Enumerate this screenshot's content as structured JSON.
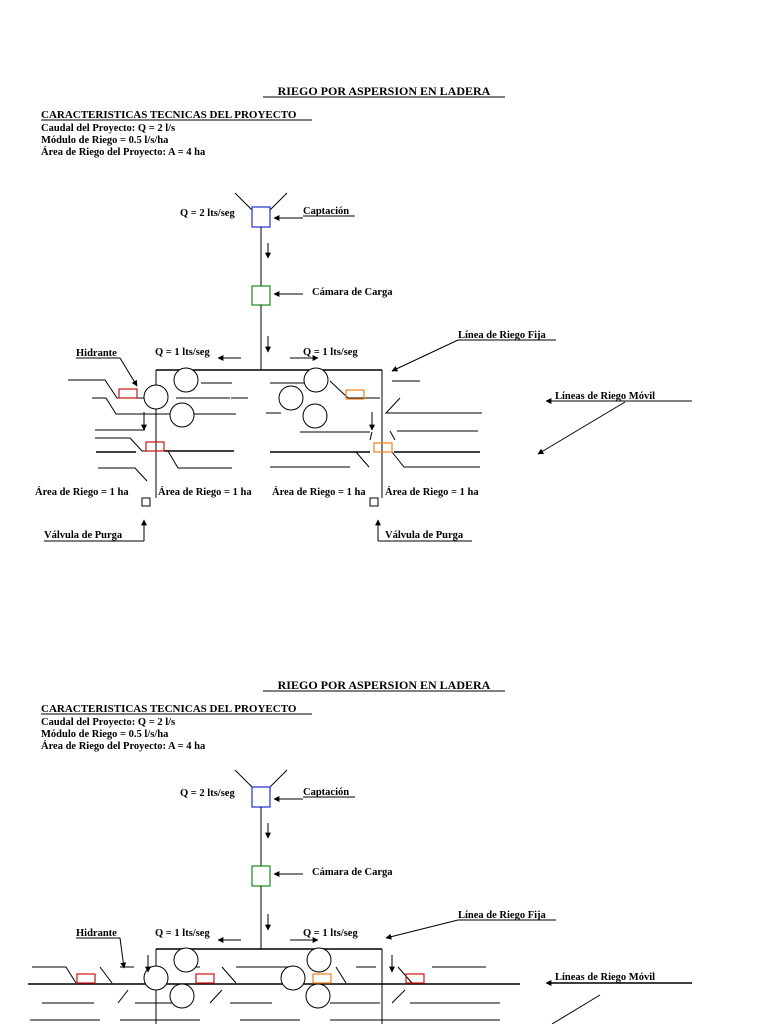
{
  "sections": [
    {
      "title": "RIEGO POR ASPERSION EN LADERA",
      "spec_heading": "CARACTERISTICAS TECNICAS DEL PROYECTO",
      "spec_lines": [
        "Caudal del Proyecto: Q = 2 l/s",
        "Módulo de Riego = 0.5 l/s/ha",
        "Área de Riego del Proyecto: A = 4 ha"
      ],
      "labels": {
        "q_main": "Q = 2 lts/seg",
        "captacion": "Captación",
        "camara": "Cámara de Carga",
        "linea_fija": "Línea de Riego Fija",
        "hidrante": "Hidrante",
        "q_left": "Q = 1 lts/seg",
        "q_right": "Q = 1 lts/seg",
        "lineas_movil": "Líneas de Riego Móvil",
        "area_1": "Área de Riego = 1 ha",
        "area_2": "Área de Riego = 1 ha",
        "area_3": "Área de Riego = 1 ha",
        "area_4": "Área de Riego = 1 ha",
        "valvula_left": "Válvula de Purga",
        "valvula_right": "Válvula de Purga"
      }
    },
    {
      "title": "RIEGO POR ASPERSION EN LADERA",
      "spec_heading": "CARACTERISTICAS TECNICAS DEL PROYECTO",
      "spec_lines": [
        "Caudal del Proyecto: Q = 2 l/s",
        "Módulo de Riego = 0.5 l/s/ha",
        "Área de Riego del Proyecto: A = 4 ha"
      ],
      "labels": {
        "q_main": "Q = 2 lts/seg",
        "captacion": "Captación",
        "camara": "Cámara de Carga",
        "linea_fija": "Línea de Riego Fija",
        "hidrante": "Hidrante",
        "q_left": "Q = 1 lts/seg",
        "q_right": "Q = 1 lts/seg",
        "lineas_movil": "Líneas de Riego Móvil"
      }
    }
  ],
  "colors": {
    "captacion_box": "#1f2fd0",
    "camara_box": "#1a8a1a",
    "hidrante_red": "#d01010",
    "hidrante_orange": "#f08020"
  }
}
